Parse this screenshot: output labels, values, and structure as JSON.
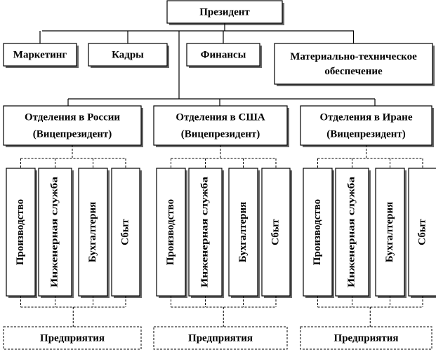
{
  "president": "Президент",
  "functions": [
    "Маркетинг",
    "Кадры",
    "Финансы",
    [
      "Материально-техническое",
      "обеспечение"
    ]
  ],
  "divisions": [
    {
      "lines": [
        "Отделения в России",
        "(Вицепрезидент)"
      ],
      "departments": [
        "Производство",
        "Инженерная служба",
        "Бухгалтерия",
        "Сбыт"
      ],
      "enterprises": "Предприятия"
    },
    {
      "lines": [
        "Отделения в США",
        "(Вицепрезидент)"
      ],
      "departments": [
        "Производство",
        "Инженерная служба",
        "Бухгалтерия",
        "Сбыт"
      ],
      "enterprises": "Предприятия"
    },
    {
      "lines": [
        "Отделения в Иране",
        "(Вицепрезидент)"
      ],
      "departments": [
        "Производство",
        "Инженерная служба",
        "Бухгалтерия",
        "Сбыт"
      ],
      "enterprises": "Предприятия"
    }
  ]
}
